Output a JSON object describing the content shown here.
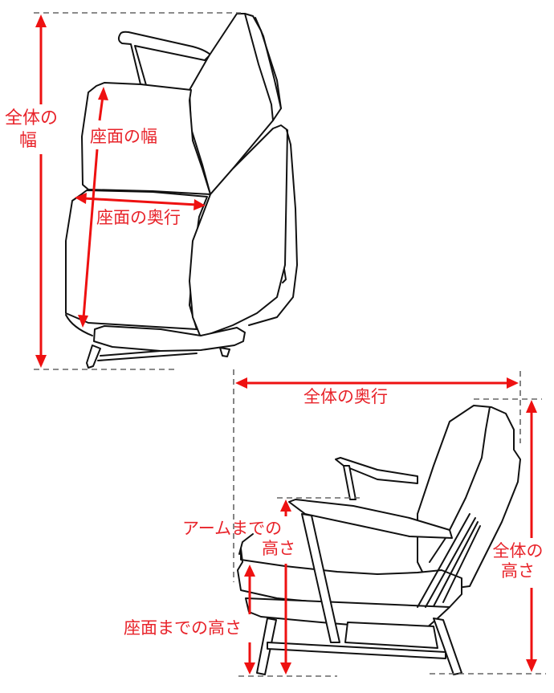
{
  "diagram": {
    "title": "",
    "accent_color": "#e8232a",
    "guide_color": "#666666",
    "views": [
      {
        "name": "top-view",
        "description": "chair seen from above"
      },
      {
        "name": "side-view",
        "description": "chair seen from the side"
      }
    ],
    "labels": {
      "overall_width_line1": "全体の",
      "overall_width_line2": "幅",
      "seat_width": "座面の幅",
      "seat_depth": "座面の奥行",
      "overall_depth": "全体の奥行",
      "arm_height_line1": "アームまでの",
      "arm_height_line2": "高さ",
      "seat_height": "座面までの高さ",
      "overall_height_line1": "全体の",
      "overall_height_line2": "高さ"
    }
  }
}
